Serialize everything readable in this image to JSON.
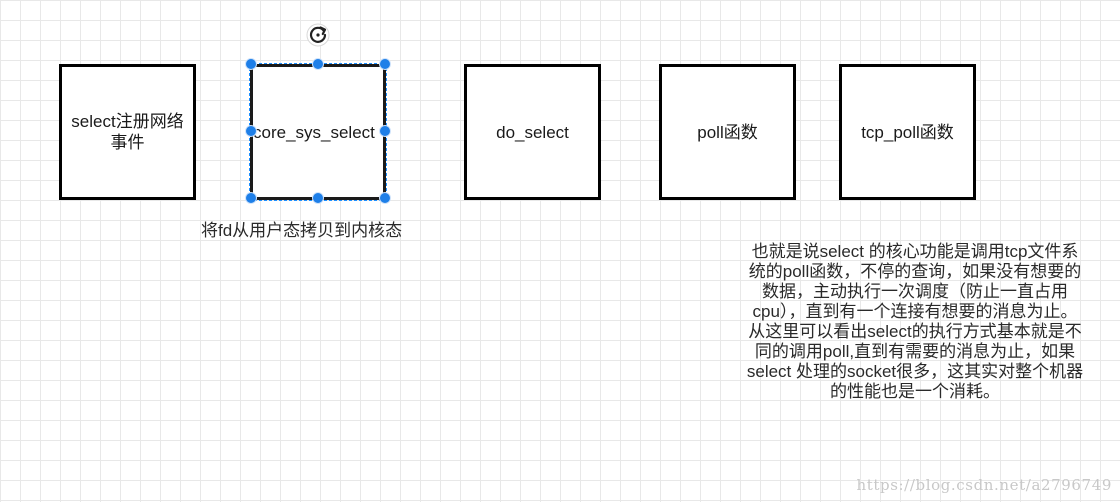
{
  "nodes": {
    "select_register": "select注册网络事件",
    "core_sys_select": "core_sys_select",
    "do_select": "do_select",
    "poll": "poll函数",
    "tcp_poll": "tcp_poll函数"
  },
  "note_copy": "将fd从用户态拷贝到内核态",
  "explanation": {
    "paragraph1": "也就是说select 的核心功能是调用tcp文件系统的poll函数，不停的查询，如果没有想要的数据，主动执行一次调度（防止一直占用cpu），直到有一个连接有想要的消息为止。",
    "paragraph2": "从这里可以看出select的执行方式基本就是不同的调用poll,直到有需要的消息为止，如果select 处理的socket很多，这其实对整个机器的性能也是一个消耗。"
  },
  "watermark": "https://blog.csdn.net/a2796749",
  "colors": {
    "selection": "#1e7fe8",
    "border": "#000000",
    "grid": "#e8e8e8"
  },
  "icons": {
    "rotate": "rotate-icon"
  }
}
